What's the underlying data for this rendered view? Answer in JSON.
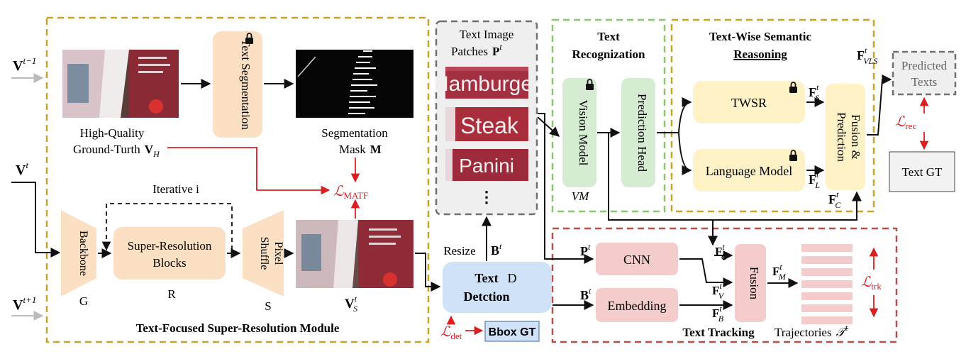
{
  "inputs": {
    "prev": "V",
    "prev_sup": "t−1",
    "cur": "V",
    "cur_sup": "t",
    "next": "V",
    "next_sup": "t+1"
  },
  "sr_module": {
    "title": "Text-Focused Super-Resolution Module",
    "segmentation_box": "Text Segmentation",
    "hq_label_line1": "High-Quality",
    "hq_label_line2": "Ground-Turth",
    "hq_symbol": "V",
    "hq_sub": "H",
    "seg_mask_line1": "Segmentation",
    "seg_mask_line2": "Mask",
    "seg_mask_symbol": "M",
    "loss_matf": "ℒ",
    "loss_matf_sub": "MATF",
    "iterative_label": "Iterative  i",
    "backbone": "Backbone",
    "backbone_letter": "G",
    "sr_blocks": "Super-Resolution Blocks",
    "sr_letter": "R",
    "pixel_shuffle": "Pixel Shuffle",
    "ps_letter": "S",
    "output_symbol": "V",
    "output_sub": "S",
    "output_sup": "t"
  },
  "patches": {
    "title_line1": "Text Image",
    "title_line2": "Patches",
    "symbol": "P",
    "sup": "t",
    "words": [
      "Hamburger",
      "Steak",
      "Panini"
    ],
    "ellipsis": "⋮"
  },
  "detection": {
    "resize": "Resize",
    "b_symbol": "B",
    "b_sup": "t",
    "box_line1": "Text",
    "box_line2": "Detction",
    "letter": "D",
    "loss": "ℒ",
    "loss_sub": "det",
    "bbox_gt": "Bbox GT"
  },
  "recognition": {
    "title_line1": "Text",
    "title_line2": "Recognization",
    "vision_model": "Vision Model",
    "vm_label": "VM",
    "prediction_head": "Prediction Head"
  },
  "reasoning": {
    "title_line1": "Text-Wise Semantic",
    "title_line2": "Reasoning",
    "twsr": "TWSR",
    "language_model": "Language Model",
    "fusion_prediction": "Fusion & Prediction",
    "fs": "F",
    "fs_sup": "t",
    "fs_sub": "S",
    "fl": "F",
    "fl_sup": "t",
    "fl_sub": "L",
    "fc": "F",
    "fc_sup": "t",
    "fc_sub": "C",
    "fvls": "F",
    "fvls_sup": "t",
    "fvls_sub": "VLS"
  },
  "outputs": {
    "predicted_texts_line1": "Predicted",
    "predicted_texts_line2": "Texts",
    "loss_rec": "ℒ",
    "loss_rec_sub": "rec",
    "text_gt": "Text GT"
  },
  "tracking": {
    "title": "Text Tracking",
    "cnn": "CNN",
    "embedding": "Embedding",
    "fusion": "Fusion",
    "p_symbol": "P",
    "p_sup": "t",
    "b_symbol": "B",
    "b_sup": "t",
    "fc": "F",
    "fc_sup": "t",
    "fc_sub": "C",
    "fv": "F",
    "fv_sup": "t",
    "fv_sub": "V",
    "fb": "F",
    "fb_sup": "t",
    "fb_sub": "B",
    "fm": "F",
    "fm_sup": "t",
    "fm_sub": "M",
    "trajectories": "Trajectories",
    "traj_symbol": "𝒯",
    "traj_sup": "t",
    "loss": "ℒ",
    "loss_sub": "trk"
  },
  "colors": {
    "gold_dash": "#c9a227",
    "green_dash": "#8cc66b",
    "red_dash": "#b5504c",
    "gray_dash": "#707070",
    "orange_fill": "#fbe0c4",
    "green_fill": "#d5ebd2",
    "yellow_fill": "#fff2c7",
    "pink_fill": "#f4cccc",
    "blue_fill": "#cfe2f7",
    "loss_red": "#d91f1f"
  }
}
